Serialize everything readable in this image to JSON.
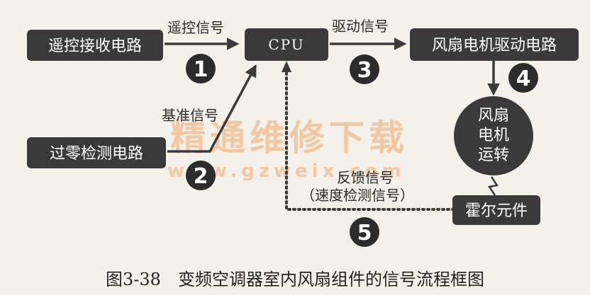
{
  "boxes": {
    "remote_rx": "遥控接收电路",
    "cpu": "CPU",
    "fan_driver": "风扇电机驱动电路",
    "zero_cross": "过零检测电路",
    "fan_motor_lines": [
      "风扇",
      "电机",
      "运转"
    ],
    "hall": "霍尔元件"
  },
  "labels": {
    "remote_signal": "遥控信号",
    "drive_signal": "驱动信号",
    "reference_signal": "基准信号",
    "feedback_signal": "反馈信号",
    "speed_detect_signal": "（速度检测信号）"
  },
  "numbers": [
    "1",
    "2",
    "3",
    "4",
    "5"
  ],
  "watermark": {
    "cn": "精通维修下载",
    "url": "www.gzweix.com"
  },
  "caption": "图3-38　变频空调器室内风扇组件的信号流程框图"
}
